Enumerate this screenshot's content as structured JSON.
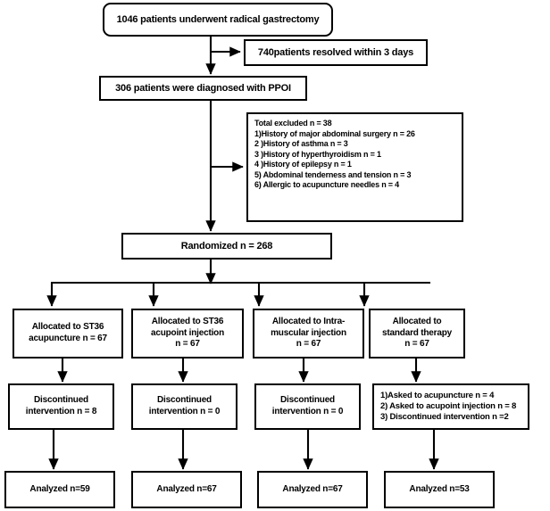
{
  "diagram": {
    "type": "consort-flow-diagram",
    "title": "CONSORT participant flow diagram",
    "line_color": "#000000",
    "box_fill": "#ffffff",
    "text_color": "#000000"
  },
  "nodes": {
    "enrollment": {
      "label": "1046 patients underwent radical gastrectomy"
    },
    "resolved": {
      "label": "740patients  resolved within 3 days"
    },
    "diagnosed": {
      "label": "306 patients were diagnosed with PPOI"
    },
    "excluded": {
      "heading": "Total excluded n = 38",
      "items": [
        "1)History of major abdominal surgery n = 26",
        "2 )History of  asthma n = 3",
        "3 )History of hyperthyroidism n = 1",
        "4 )History of epilepsy n = 1",
        "5) Abdominal tenderness and tension n = 3",
        "6) Allergic to acupuncture needles n = 4"
      ]
    },
    "randomized": {
      "label": "Randomized n = 268"
    }
  },
  "arms": [
    {
      "allocation": [
        "Allocated to  ST36",
        "acupuncture n = 67"
      ],
      "followup": [
        "Discontinued",
        "intervention n = 8"
      ],
      "analysis": [
        "Analyzed n=59"
      ]
    },
    {
      "allocation": [
        "Allocated to ST36",
        "acupoint injection",
        "n = 67"
      ],
      "followup": [
        "Discontinued",
        "intervention n = 0"
      ],
      "analysis": [
        "Analyzed n=67"
      ]
    },
    {
      "allocation": [
        "Allocated to Intra-",
        "muscular injection",
        "n = 67"
      ],
      "followup": [
        "Discontinued",
        "intervention n = 0"
      ],
      "analysis": [
        "Analyzed n=67"
      ]
    },
    {
      "allocation": [
        "Allocated to",
        "standard therapy",
        "n = 67"
      ],
      "followup": [
        "1)Asked to acupuncture n = 4",
        "2) Asked to acupoint injection n = 8",
        "3) Discontinued intervention n =2"
      ],
      "analysis": [
        "Analyzed n=53"
      ]
    }
  ]
}
